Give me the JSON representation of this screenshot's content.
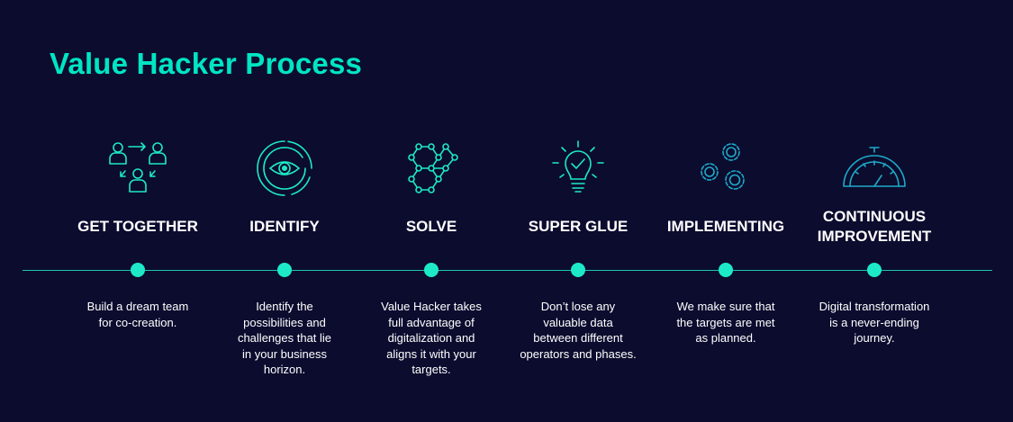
{
  "title": "Value Hacker Process",
  "colors": {
    "background": "#0b0c2e",
    "accent": "#00e5c4",
    "line": "#1fc4b2",
    "icon_alt": "#1fa9c9"
  },
  "steps": [
    {
      "icon": "team-arrows-icon",
      "heading": "GET TOGETHER",
      "description": "Build a dream team\nfor co-creation."
    },
    {
      "icon": "eye-target-icon",
      "heading": "IDENTIFY",
      "description": "Identify the\npossibilities and\nchallenges that lie\nin your business\nhorizon."
    },
    {
      "icon": "network-nodes-icon",
      "heading": "SOLVE",
      "description": "Value Hacker takes\nfull advantage of\ndigitalization and\naligns it with your\ntargets."
    },
    {
      "icon": "lightbulb-check-icon",
      "heading": "SUPER GLUE",
      "description": "Don’t lose any\nvaluable data\nbetween different\noperators and phases."
    },
    {
      "icon": "gears-icon",
      "heading": "IMPLEMENTING",
      "description": "We make sure that\nthe targets are met\nas planned."
    },
    {
      "icon": "speedometer-icon",
      "heading": "CONTINUOUS\nIMPROVEMENT",
      "description": "Digital transformation\nis a never-ending\njourney."
    }
  ]
}
